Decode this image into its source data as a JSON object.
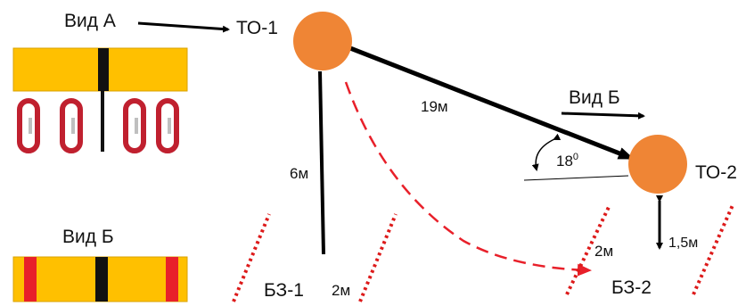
{
  "labels": {
    "view_a": "Вид А",
    "view_b_left": "Вид Б",
    "view_b_right": "Вид Б",
    "to1": "ТО-1",
    "to2": "ТО-2",
    "bz1": "БЗ-1",
    "bz2": "БЗ-2",
    "dist_19": "19м",
    "dist_6": "6м",
    "dist_2_bottom": "2м",
    "dist_2_right": "2м",
    "dist_15": "1,5м",
    "angle_base": "18",
    "angle_sup": "0"
  },
  "colors": {
    "node": "#ef8535",
    "line": "#000000",
    "dashed": "#e8202a",
    "zone": "#dd1a1a",
    "tape": "#ffc000",
    "carabiner": "#c0202f"
  }
}
